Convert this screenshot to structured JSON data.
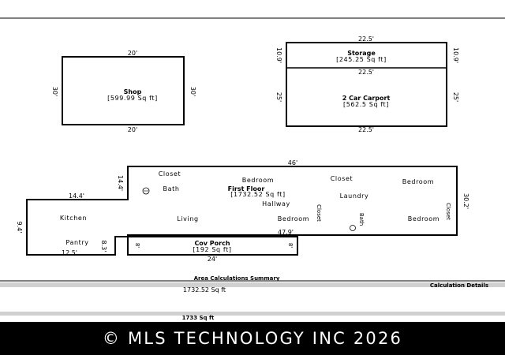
{
  "shop": {
    "label": "Shop",
    "area": "[599.99 Sq ft]",
    "top": "20'",
    "bottom": "20'",
    "left": "30'",
    "right": "30'"
  },
  "storage": {
    "label": "Storage",
    "area": "[245.25 Sq ft]",
    "top": "22.5'",
    "mid": "22.5'",
    "left": "10.9'",
    "right": "10.9'"
  },
  "carport": {
    "label": "2 Car Carport",
    "area": "[562.5 Sq ft]",
    "bottom": "22.5'",
    "left": "25'",
    "right": "25'"
  },
  "house": {
    "label": "First Floor",
    "area": "[1732.52 Sq ft]",
    "top_dim": "46'",
    "notch_dim": "14.4'",
    "notch_height": "14.4'",
    "left_dim": "9.4'",
    "right_dim": "30.2'",
    "bottom_right_dim": "47.9'",
    "bottom_left_dim": "12.5'",
    "step_dim": "8.3'",
    "rooms": {
      "closet_1": "Closet",
      "bedroom_1": "Bedroom",
      "closet_2": "Closet",
      "bedroom_2": "Bedroom",
      "bath_1": "Bath",
      "laundry": "Laundry",
      "kitchen": "Kitchen",
      "living": "Living",
      "hallway": "Hallway",
      "bedroom_3": "Bedroom",
      "closet_3": "Closet",
      "bath_2": "Bath",
      "closet_4": "Closet",
      "bedroom_4": "Bedroom",
      "pantry": "Pantry"
    }
  },
  "porch": {
    "label": "Cov Porch",
    "area": "[192 Sq ft]",
    "left": "8'",
    "right": "8'",
    "bottom": "24'"
  },
  "summary": {
    "title": "Area Calculations Summary",
    "details_title": "Calculation Details",
    "line_value": "1732.52 Sq ft",
    "total": "1733 Sq ft"
  },
  "footer": {
    "copyright": "© MLS TECHNOLOGY INC 2026"
  }
}
